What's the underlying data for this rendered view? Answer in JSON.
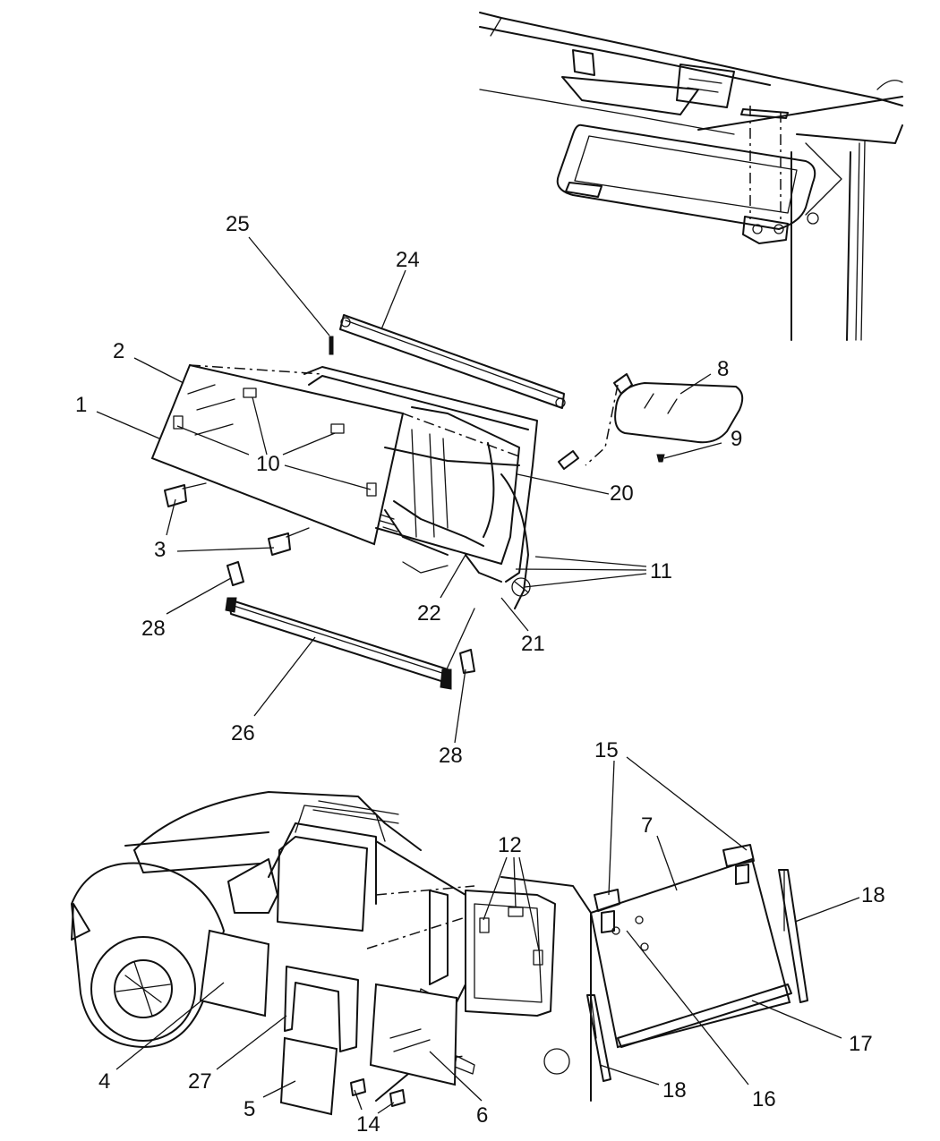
{
  "diagram": {
    "colors": {
      "ink": "#111111",
      "background": "#ffffff"
    },
    "callouts": [
      {
        "id": "c25",
        "label": "25"
      },
      {
        "id": "c24",
        "label": "24"
      },
      {
        "id": "c2",
        "label": "2"
      },
      {
        "id": "c1",
        "label": "1"
      },
      {
        "id": "c10",
        "label": "10"
      },
      {
        "id": "c8",
        "label": "8"
      },
      {
        "id": "c9",
        "label": "9"
      },
      {
        "id": "c20",
        "label": "20"
      },
      {
        "id": "c3",
        "label": "3"
      },
      {
        "id": "c11",
        "label": "11"
      },
      {
        "id": "c22",
        "label": "22"
      },
      {
        "id": "c28a",
        "label": "28"
      },
      {
        "id": "c21",
        "label": "21"
      },
      {
        "id": "c26",
        "label": "26"
      },
      {
        "id": "c28b",
        "label": "28"
      },
      {
        "id": "c15",
        "label": "15"
      },
      {
        "id": "c7",
        "label": "7"
      },
      {
        "id": "c12",
        "label": "12"
      },
      {
        "id": "c18a",
        "label": "18"
      },
      {
        "id": "c4",
        "label": "4"
      },
      {
        "id": "c27",
        "label": "27"
      },
      {
        "id": "c17",
        "label": "17"
      },
      {
        "id": "c18b",
        "label": "18"
      },
      {
        "id": "c16",
        "label": "16"
      },
      {
        "id": "c5",
        "label": "5"
      },
      {
        "id": "c14",
        "label": "14"
      },
      {
        "id": "c6",
        "label": "6"
      }
    ]
  }
}
